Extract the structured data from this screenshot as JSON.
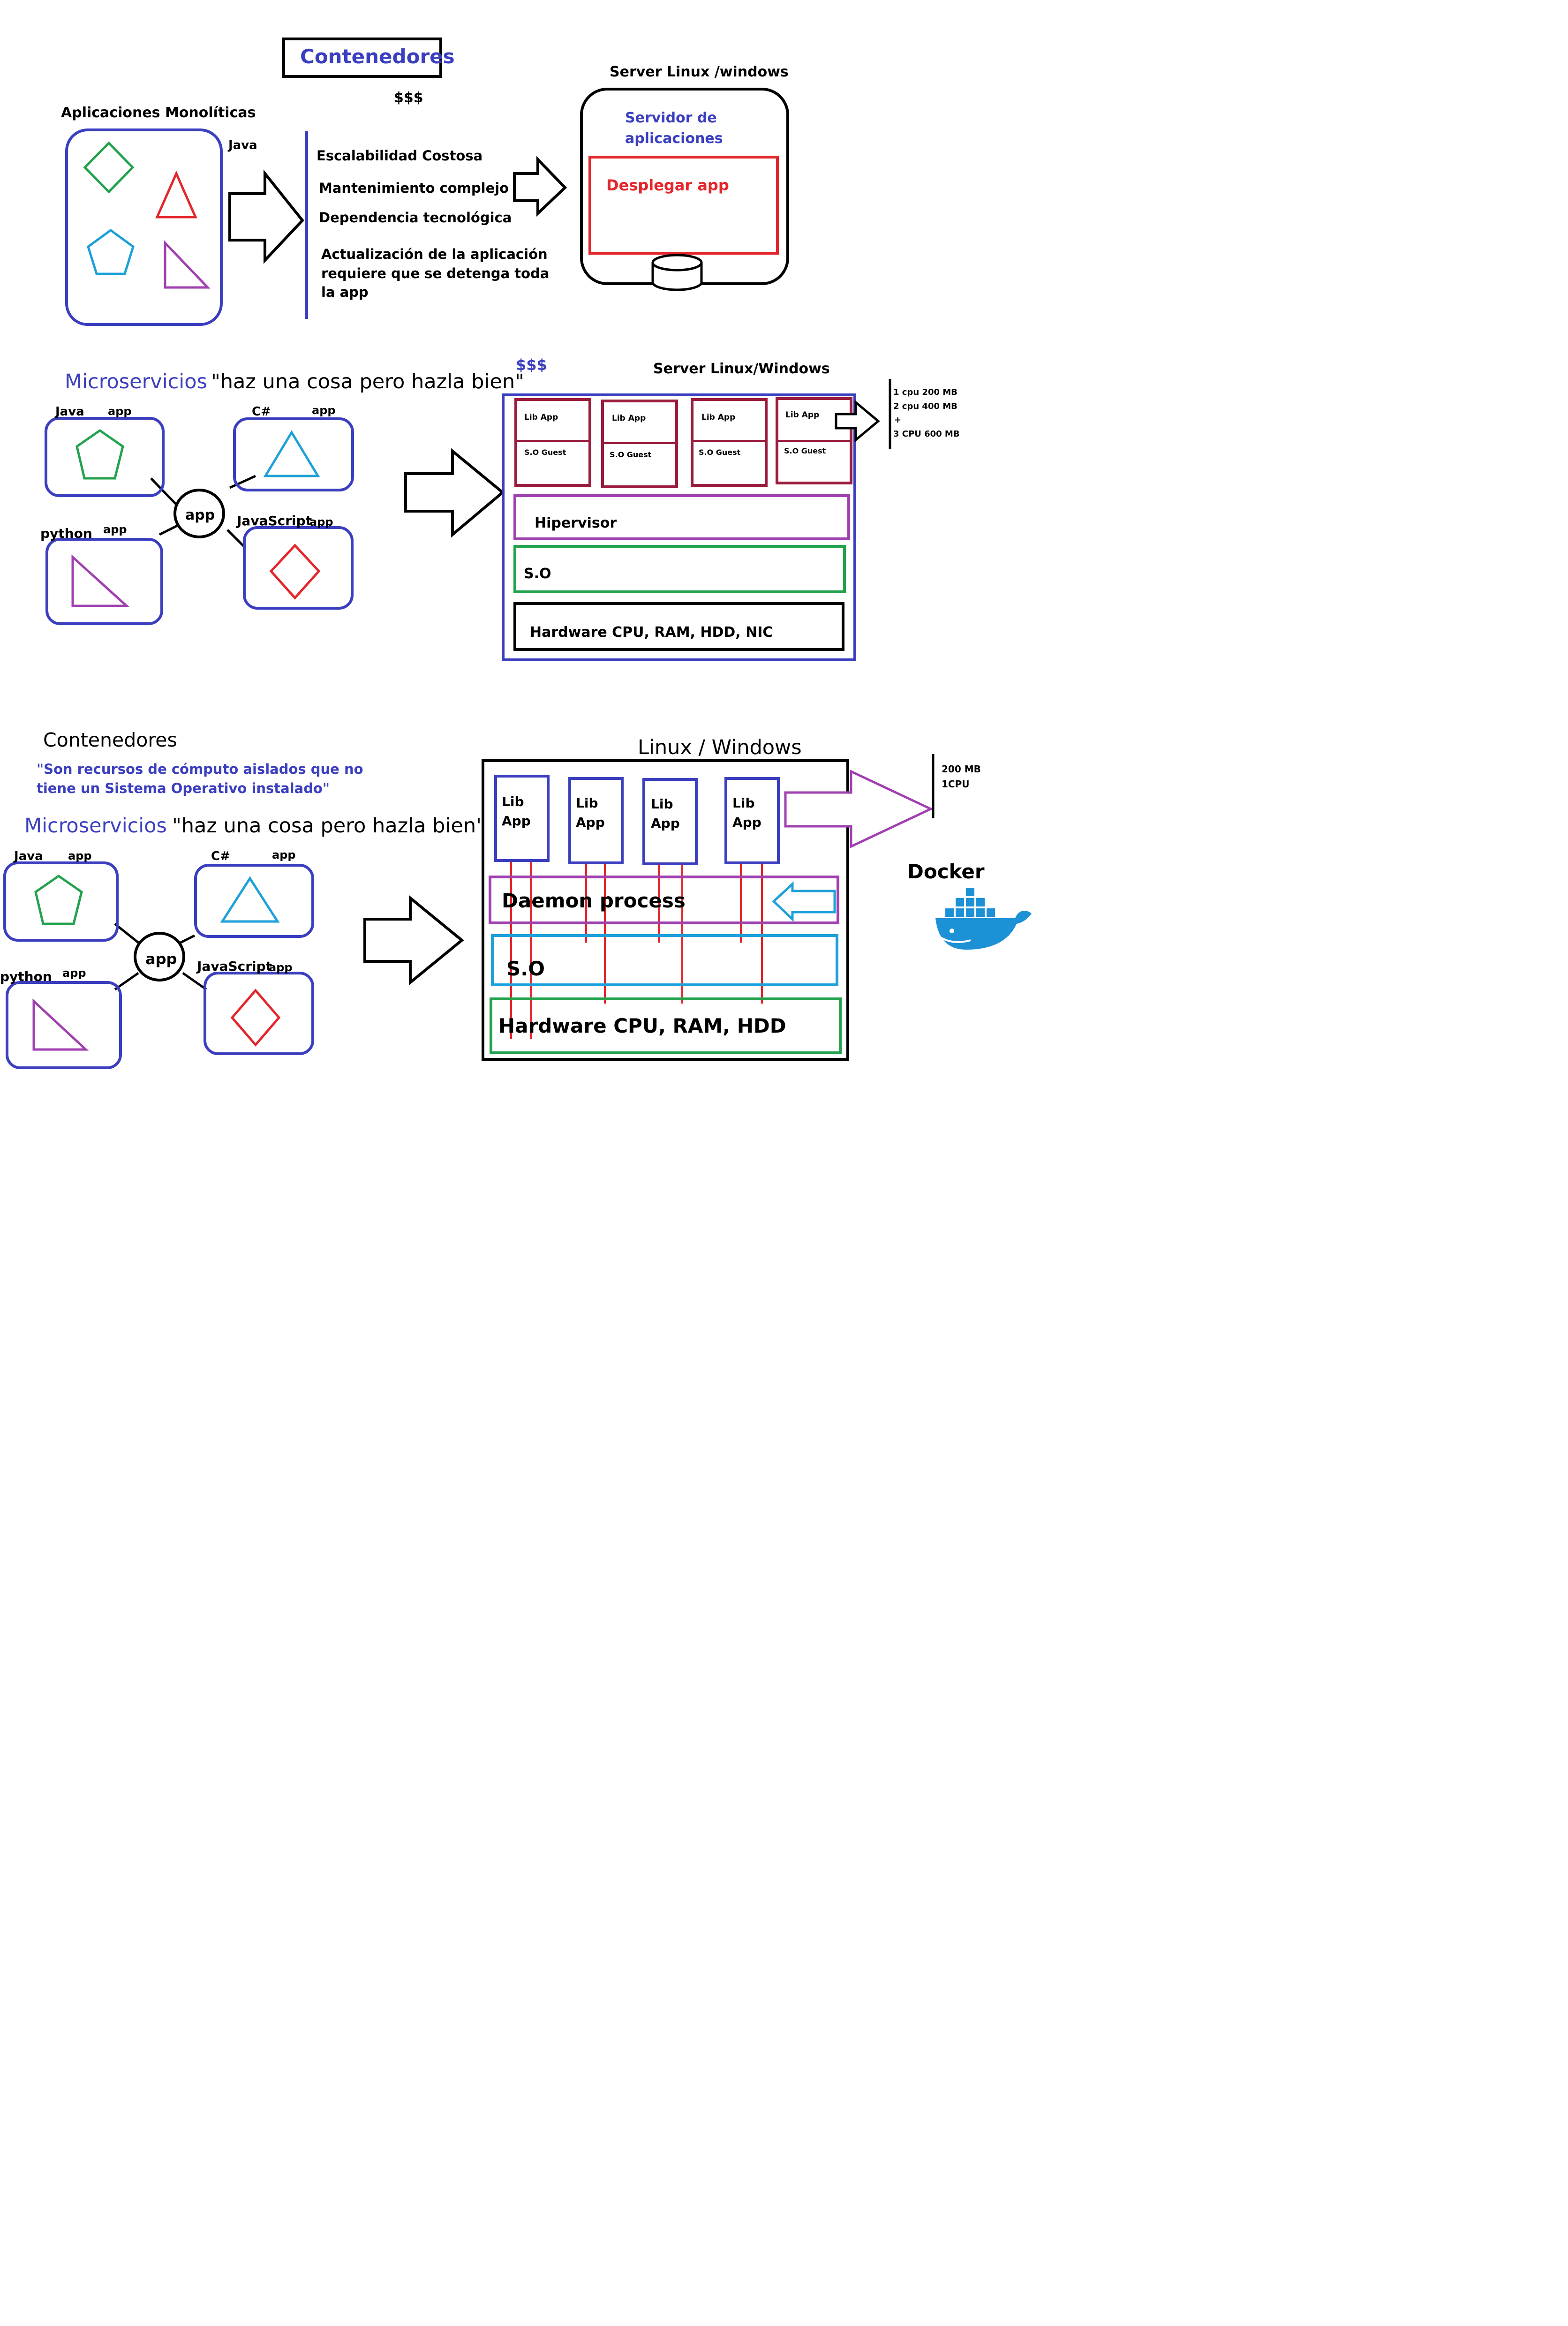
{
  "section1": {
    "title": "Contenedores",
    "cost": "$$$",
    "monolithic_label": "Aplicaciones Monolíticas",
    "java_label": "Java",
    "issues": [
      "Escalabilidad Costosa",
      "Mantenimiento complejo",
      "Dependencia tecnológica",
      "Actualización de la aplicación requiere que se detenga toda la app"
    ],
    "server_title": "Server Linux /windows",
    "app_server": "Servidor de aplicaciones",
    "deploy": "Desplegar app"
  },
  "section2": {
    "title": "Microservicios",
    "motto": "\"haz una cosa pero hazla bien\"",
    "cost": "$$$",
    "server_title": "Server Linux/Windows",
    "services": [
      {
        "lang": "Java",
        "tag": "app"
      },
      {
        "lang": "C#",
        "tag": "app"
      },
      {
        "lang": "python",
        "tag": "app"
      },
      {
        "lang": "JavaScript",
        "tag": "app"
      }
    ],
    "hub": "app",
    "vm_lib": "Lib App",
    "vm_os": "S.O Guest",
    "hypervisor": "Hipervisor",
    "os": "S.O",
    "hardware": "Hardware CPU, RAM, HDD, NIC",
    "resources": [
      "1 cpu 200 MB",
      "2 cpu 400 MB",
      "+",
      "3 CPU 600 MB"
    ]
  },
  "section3": {
    "title": "Contenedores",
    "definition": "\"Son recursos de cómputo aislados que no tiene  un Sistema Operativo instalado\"",
    "micro_title": "Microservicios",
    "motto": "\"haz una cosa pero hazla bien\"",
    "server_title": "Linux / Windows",
    "services": [
      {
        "lang": "Java",
        "tag": "app"
      },
      {
        "lang": "C#",
        "tag": "app"
      },
      {
        "lang": "python",
        "tag": "app"
      },
      {
        "lang": "JavaScript",
        "tag": "app"
      }
    ],
    "hub": "app",
    "container_label": "Lib App",
    "daemon": "Daemon process",
    "os": "S.O",
    "hardware": "Hardware CPU, RAM, HDD",
    "resources": [
      "200 MB",
      "1CPU"
    ],
    "docker_label": "Docker",
    "docker_icon": "docker-whale-icon"
  },
  "colors": {
    "blue": "#3b3fbf",
    "red": "#e3262a",
    "green": "#23a24d",
    "cyan": "#1ea0d8",
    "purple": "#a040b0",
    "maroon": "#9a1c3c"
  }
}
